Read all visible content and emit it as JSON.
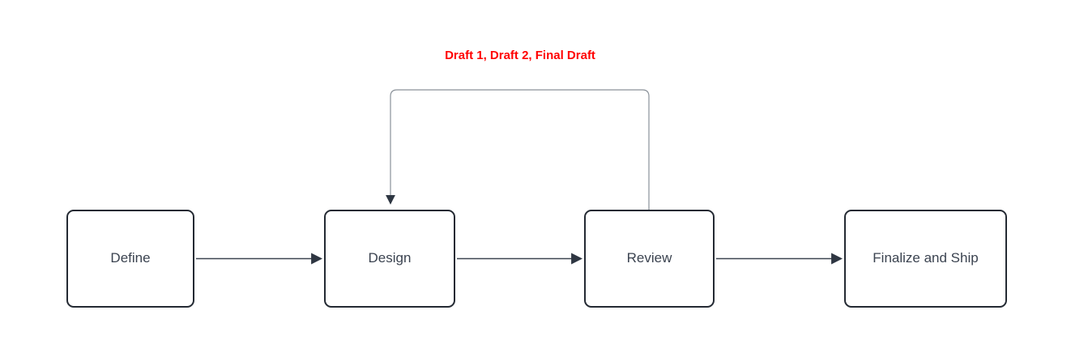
{
  "diagram": {
    "type": "flowchart",
    "nodes": [
      {
        "id": "define",
        "label": "Define"
      },
      {
        "id": "design",
        "label": "Design"
      },
      {
        "id": "review",
        "label": "Review"
      },
      {
        "id": "finalize",
        "label": "Finalize and Ship"
      }
    ],
    "edges": [
      {
        "from": "define",
        "to": "design"
      },
      {
        "from": "design",
        "to": "review"
      },
      {
        "from": "review",
        "to": "finalize"
      },
      {
        "from": "review",
        "to": "design",
        "label": "Draft 1, Draft 2, Final Draft",
        "style": "feedback-loop"
      }
    ],
    "feedback_label": "Draft 1, Draft 2, Final Draft",
    "colors": {
      "background": "#ffffff",
      "node_fill": "#ffffff",
      "node_border": "#242a33",
      "node_text": "#3b4350",
      "connector": "#3c4450",
      "loop_line": "#8a9199",
      "arrowhead": "#2e3642",
      "feedback_label_color": "#ff0000"
    }
  }
}
